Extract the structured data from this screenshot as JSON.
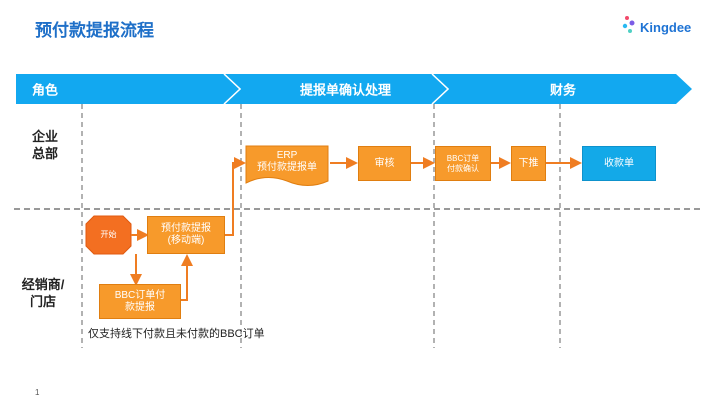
{
  "page": {
    "title": "预付款提报流程",
    "number": "1"
  },
  "logo": {
    "brand": "Kingdee"
  },
  "header": {
    "col1": "角色",
    "col2": "提报单确认处理",
    "col3": "财务"
  },
  "lanes": {
    "top": [
      "企业",
      "总部"
    ],
    "bottom": [
      "经销商/",
      "门店"
    ]
  },
  "nodes": {
    "start": "开始",
    "mobile": [
      "预付款提报",
      "(移动端)"
    ],
    "bbc": [
      "BBC订单付",
      "款提报"
    ],
    "erp": [
      "ERP",
      "预付款提报单"
    ],
    "audit": "审核",
    "confirm": [
      "BBC订单",
      "付款确认"
    ],
    "push": "下推",
    "receipt": "收款单"
  },
  "note": "仅支持线下付款且未付款的BBC订单",
  "colors": {
    "header": "#12a8f0",
    "box": "#f79a2b",
    "arrow": "#ef7d22",
    "receipt": "#13a9e8"
  }
}
